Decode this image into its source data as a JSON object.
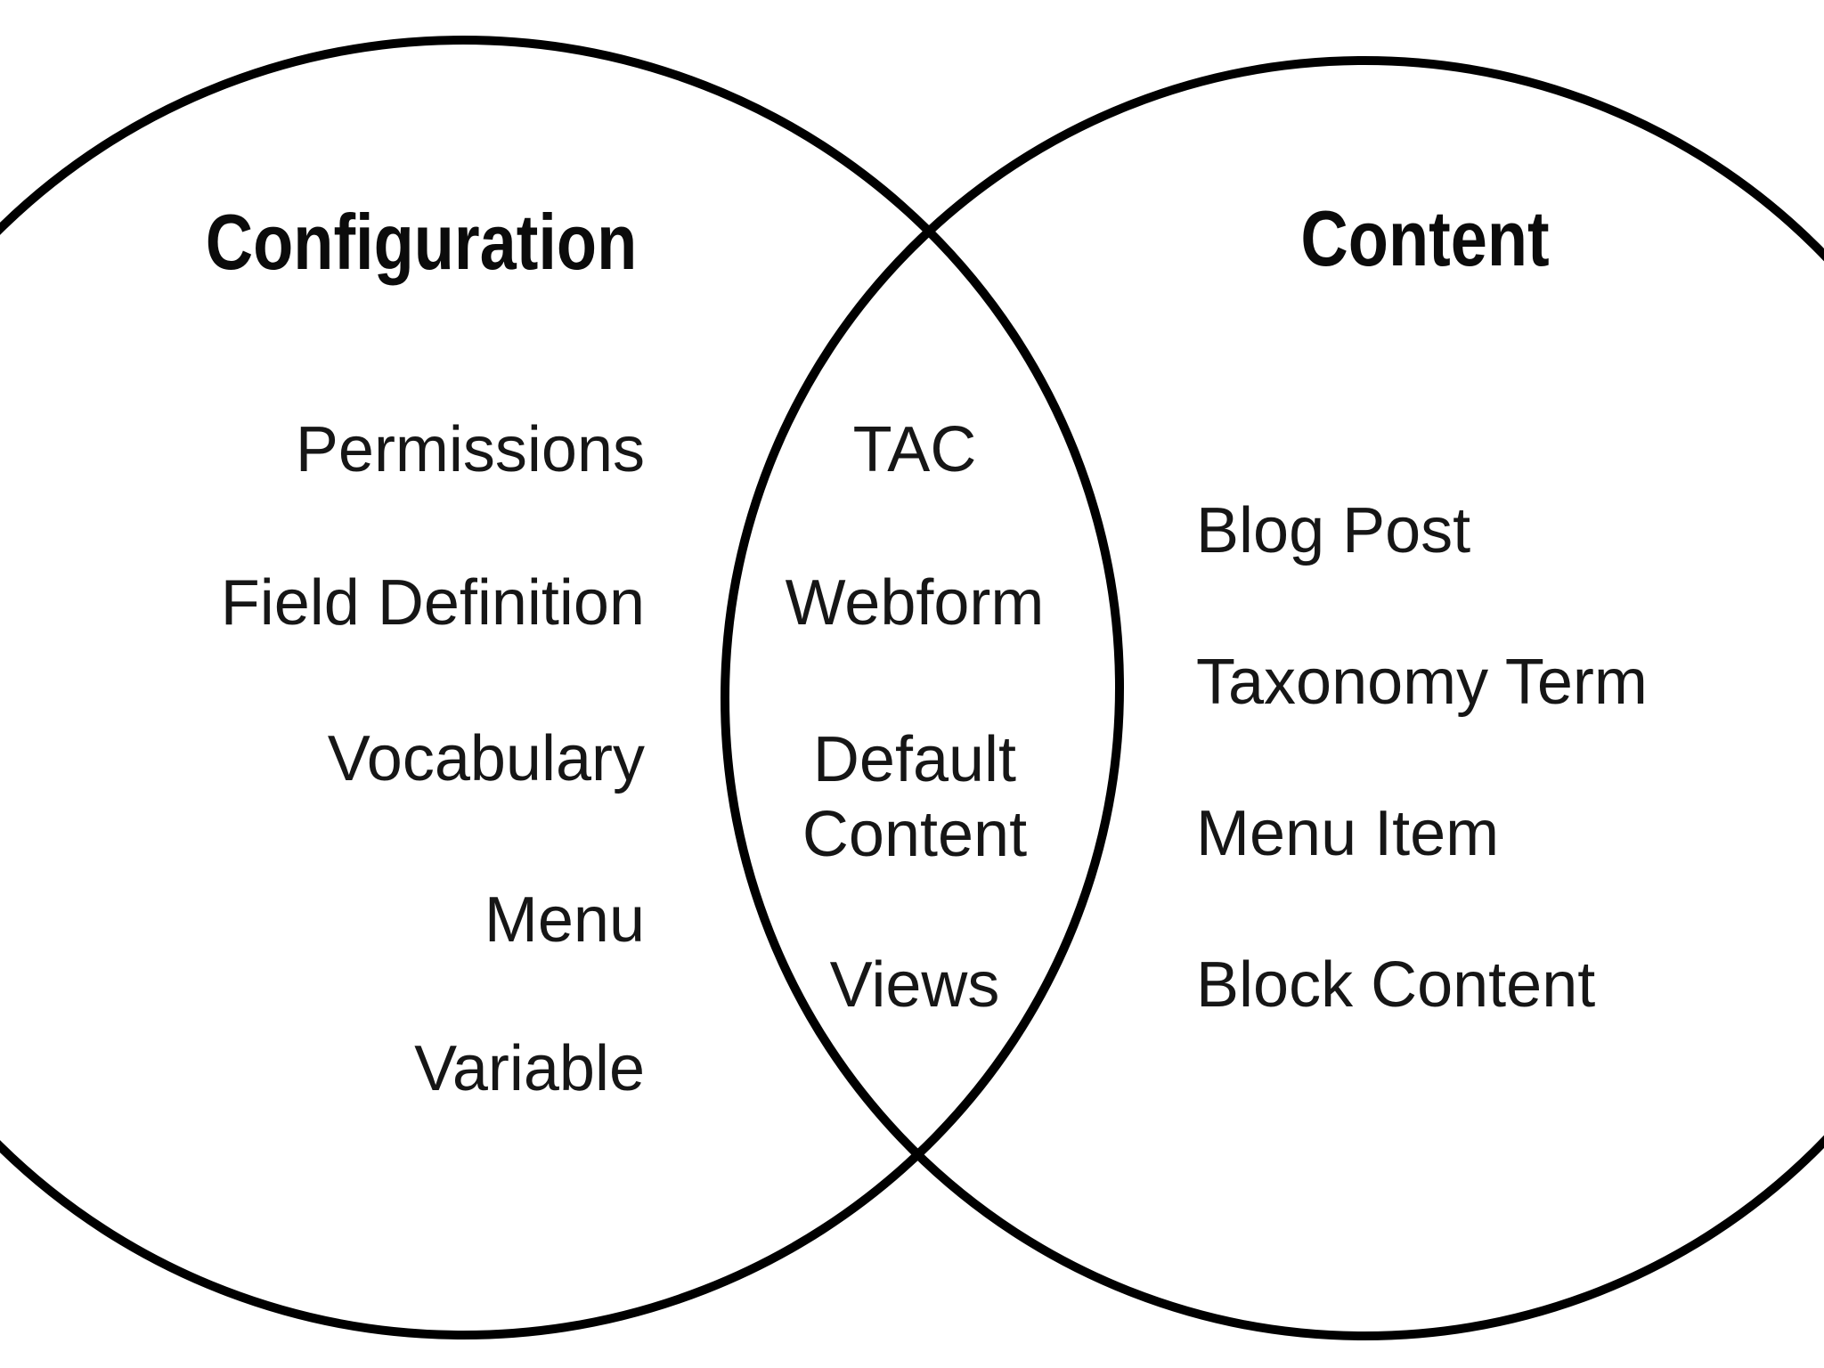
{
  "diagram": {
    "type": "venn-2-circles",
    "left_circle": {
      "title": "Configuration",
      "items": [
        "Permissions",
        "Field Definition",
        "Vocabulary",
        "Menu",
        "Variable"
      ]
    },
    "intersection": {
      "items": [
        "TAC",
        "Webform",
        "Default Content",
        "Views"
      ]
    },
    "right_circle": {
      "title": "Content",
      "items": [
        "Blog Post",
        "Taxonomy Term",
        "Menu Item",
        "Block Content"
      ]
    },
    "colors": {
      "circle_stroke": "#000000",
      "text": "#161616",
      "background": "#ffffff"
    }
  }
}
